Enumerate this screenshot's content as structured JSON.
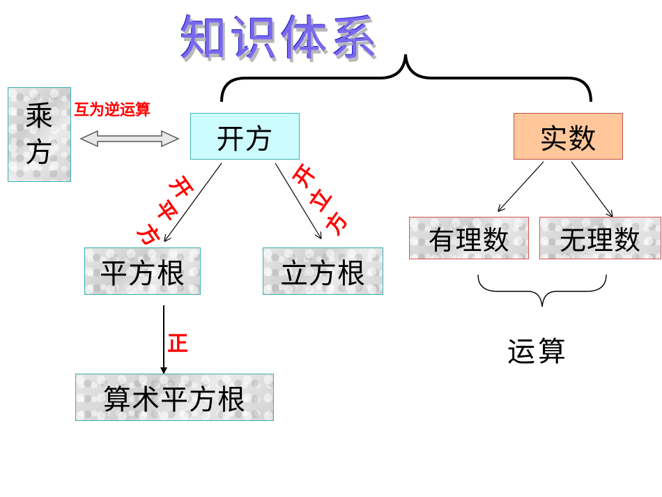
{
  "title": "知识体系",
  "nodes": {
    "chengfang": [
      "乘",
      "方"
    ],
    "kaifang": "开方",
    "pingfanggen": "平方根",
    "lifanggen": "立方根",
    "suanshu": "算术平方根",
    "shishu": "实数",
    "youlishu": "有理数",
    "wulishu": "无理数",
    "yunsuan": "运算"
  },
  "edge_labels": {
    "inverse": "互为逆运算",
    "kai_ping": [
      "开",
      "平",
      "方"
    ],
    "kai_li": [
      "开",
      "立",
      "方"
    ],
    "zheng": "正"
  },
  "colors": {
    "kaifang_fill": "#cdfcff",
    "shishu_fill": "#ffc79a",
    "teal_border": "#3cb1b1",
    "red_border": "#d9534f",
    "label_red": "#ff0000",
    "title_color": "#7b68ee"
  }
}
